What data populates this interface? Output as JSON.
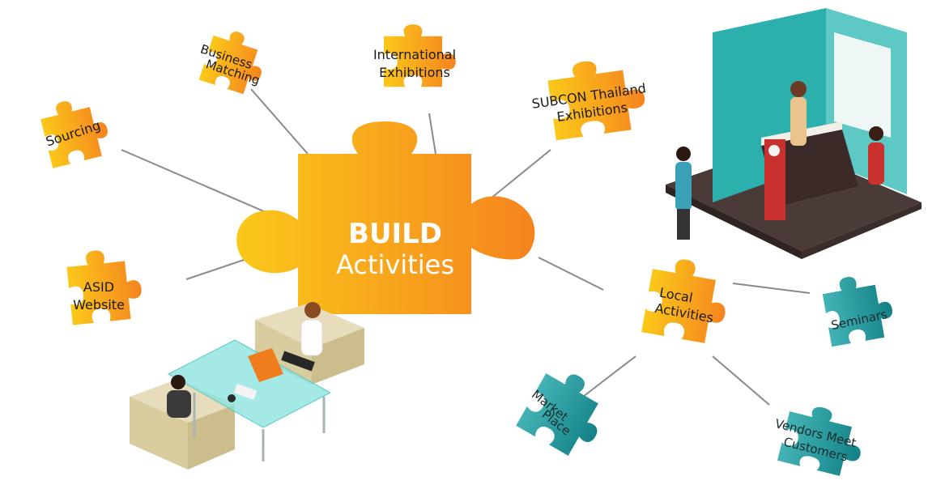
{
  "center": {
    "title_bold": "BUILD",
    "title_regular": "Activities"
  },
  "nodes": {
    "sourcing": "Sourcing",
    "business_matching": [
      "Business",
      "Matching"
    ],
    "international_exhibitions": [
      "International",
      "Exhibitions"
    ],
    "subcon": [
      "SUBCON Thailand",
      "Exhibitions"
    ],
    "asid_website": [
      "ASID",
      "Website"
    ],
    "local_activities": [
      "Local",
      "Activities"
    ],
    "seminars": "Seminars",
    "market_place": [
      "Market",
      "Place"
    ],
    "vendors_meet_customers": [
      "Vendors Meet",
      "Customers"
    ]
  },
  "colors": {
    "orange_light": "#FBC81A",
    "orange_dark": "#F5841F",
    "teal_light": "#3FB0B3",
    "teal_dark": "#14858A",
    "connector": "#8A8A8A"
  }
}
